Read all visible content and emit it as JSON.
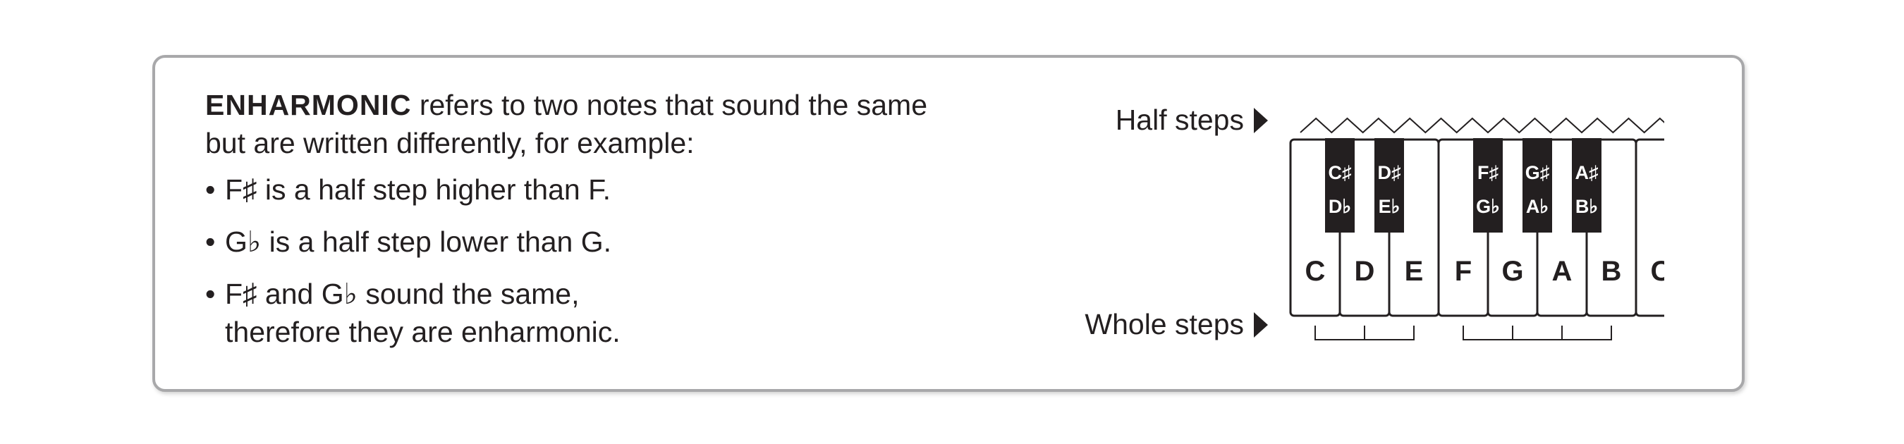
{
  "intro": {
    "term": "ENHARMONIC",
    "line1": " refers to two notes that sound the same",
    "line2": "but are written differently, for example:"
  },
  "bullets": [
    {
      "lines": [
        "F♯ is a half step higher than F."
      ]
    },
    {
      "lines": [
        "G♭ is a half step lower than G."
      ]
    },
    {
      "lines": [
        "F♯ and G♭ sound the same,",
        "therefore they are enharmonic."
      ]
    }
  ],
  "bullet_char": "•",
  "labels": {
    "half_steps": "Half steps",
    "whole_steps": "Whole steps"
  },
  "keyboard": {
    "white_keys": [
      "C",
      "D",
      "E",
      "F",
      "G",
      "A",
      "B",
      "C"
    ],
    "black_keys": [
      {
        "after_white": 0,
        "sharp": "C♯",
        "flat": "D♭"
      },
      {
        "after_white": 1,
        "sharp": "D♯",
        "flat": "E♭"
      },
      {
        "after_white": 3,
        "sharp": "F♯",
        "flat": "G♭"
      },
      {
        "after_white": 4,
        "sharp": "G♯",
        "flat": "A♭"
      },
      {
        "after_white": 5,
        "sharp": "A♯",
        "flat": "B♭"
      }
    ],
    "half_step_count": 12,
    "whole_step_brackets": [
      [
        0,
        1
      ],
      [
        1,
        2
      ],
      [
        3,
        4
      ],
      [
        4,
        5
      ],
      [
        5,
        6
      ]
    ]
  },
  "colors": {
    "text": "#231f20",
    "border": "#a8a8aa",
    "black_key": "#231f20",
    "white_key": "#ffffff"
  }
}
